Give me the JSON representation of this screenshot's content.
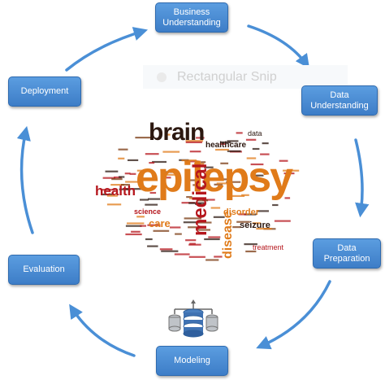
{
  "stages": {
    "business_understanding": "Business\nUnderstanding",
    "data_understanding": "Data\nUnderstanding",
    "data_preparation": "Data\nPreparation",
    "modeling": "Modeling",
    "evaluation": "Evaluation",
    "deployment": "Deployment"
  },
  "snip_overlay": {
    "label": "Rectangular Snip"
  },
  "word_cloud": {
    "main": "epilepsy",
    "words": [
      "brain",
      "healthcare",
      "health",
      "medical",
      "disorder",
      "seizure",
      "science",
      "care",
      "disease",
      "treatment",
      "data"
    ]
  },
  "colors": {
    "stage_fill": "#4a8bd4",
    "arrow": "#4a8fd6",
    "word_main": "#e07b1a",
    "word_dark": "#2c1810",
    "word_red": "#b5161c"
  },
  "icons": [
    "database-icon"
  ]
}
